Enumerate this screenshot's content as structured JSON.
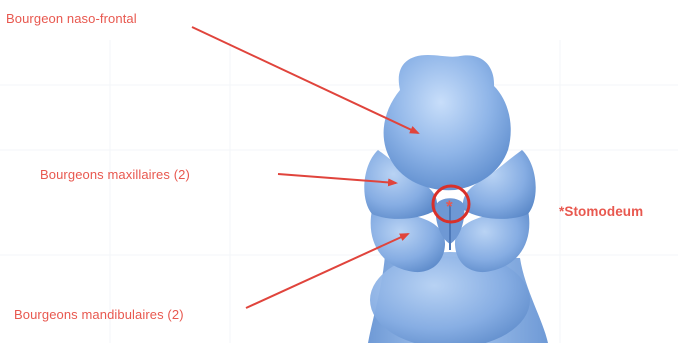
{
  "labels": {
    "naso_frontal": "Bourgeon naso-frontal",
    "maxillaires": "Bourgeons maxillaires (2)",
    "mandibulaires": "Bourgeons mandibulaires (2)",
    "stomodeum": "*Stomodeum",
    "stomodeum_marker": "*"
  },
  "colors": {
    "label": "#e8584f",
    "arrow": "#e0443c",
    "circle": "#d9302a",
    "embryo_light": "#b9d3f2",
    "embryo_mid": "#7ea8df",
    "embryo_dark": "#4f7fc4"
  }
}
